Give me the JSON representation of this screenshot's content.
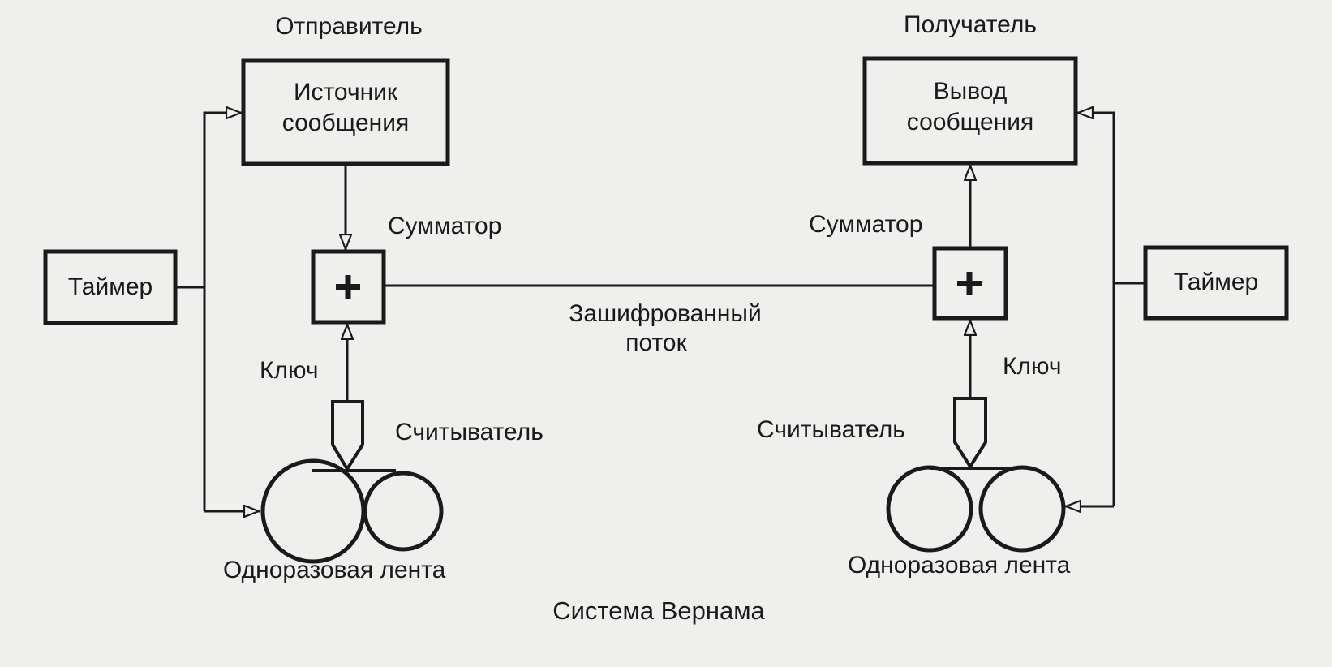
{
  "diagram": {
    "caption": "Система Вернама",
    "channel_label_line1": "Зашифрованный",
    "channel_label_line2": "поток",
    "sender": {
      "title": "Отправитель",
      "source_line1": "Источник",
      "source_line2": "сообщения",
      "adder_label": "Сумматор",
      "adder_symbol": "+",
      "timer_label": "Таймер",
      "key_label": "Ключ",
      "reader_label": "Считыватель",
      "tape_label": "Одноразовая лента"
    },
    "receiver": {
      "title": "Получатель",
      "output_line1": "Вывод",
      "output_line2": "сообщения",
      "adder_label": "Сумматор",
      "adder_symbol": "+",
      "timer_label": "Таймер",
      "key_label": "Ключ",
      "reader_label": "Считыватель",
      "tape_label": "Одноразовая лента"
    }
  }
}
